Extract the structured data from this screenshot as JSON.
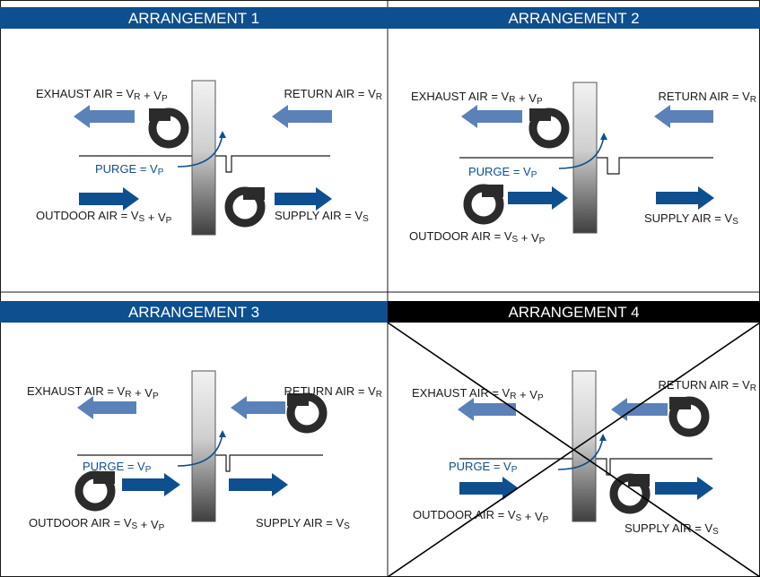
{
  "colors": {
    "header_blue": "#0d4f8f",
    "header_black": "#000000",
    "arrow_dark": "#0d4f8f",
    "arrow_light": "#5b81b9",
    "fan": "#2b2b2b",
    "purge_text": "#0d4f8f"
  },
  "icons": {
    "fan": "fan-icon",
    "arrow": "arrow-icon",
    "wheel": "wheel-icon",
    "cross": "cross-out-icon"
  },
  "labels": {
    "exhaust": "EXHAUST AIR = ",
    "return": "RETURN AIR = ",
    "purge": "PURGE = ",
    "outdoor": "OUTDOOR AIR = ",
    "supply": "SUPPLY AIR = ",
    "V": "V",
    "R": "R",
    "P": "P",
    "S": "S",
    "plus": " + "
  },
  "arrangements": [
    {
      "title": "ARRANGEMENT 1",
      "header_style": "blue",
      "crossed": false
    },
    {
      "title": "ARRANGEMENT 2",
      "header_style": "blue",
      "crossed": false
    },
    {
      "title": "ARRANGEMENT 3",
      "header_style": "blue",
      "crossed": false
    },
    {
      "title": "ARRANGEMENT 4",
      "header_style": "black",
      "crossed": true
    }
  ]
}
